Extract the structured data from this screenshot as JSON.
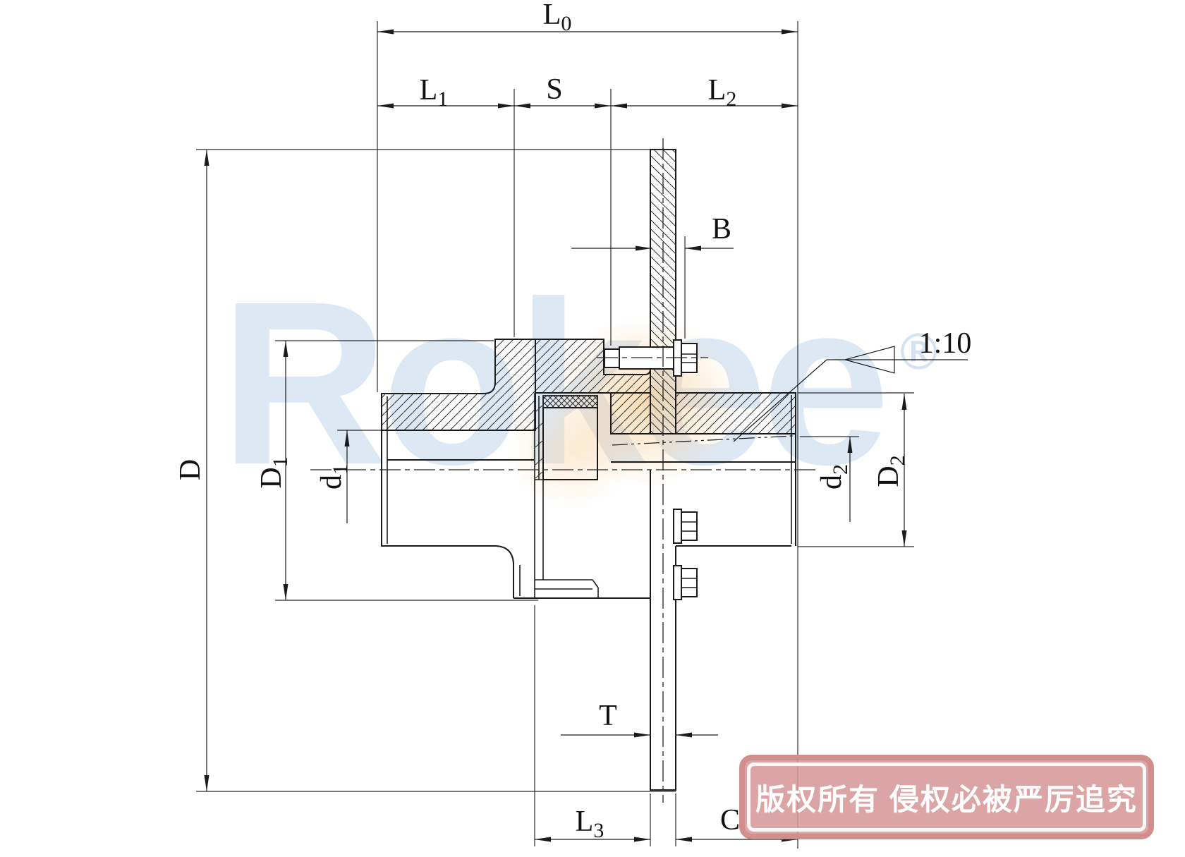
{
  "drawing": {
    "type": "engineering-section-drawing",
    "subject": "flexible plum coupling with brake disc, half-section view"
  },
  "dimensions": {
    "L0": {
      "base": "L",
      "sub": "0"
    },
    "L1": {
      "base": "L",
      "sub": "1"
    },
    "S": {
      "base": "S",
      "sub": ""
    },
    "L2": {
      "base": "L",
      "sub": "2"
    },
    "B": {
      "base": "B",
      "sub": ""
    },
    "D": {
      "base": "D",
      "sub": ""
    },
    "D1": {
      "base": "D",
      "sub": "1"
    },
    "d1": {
      "base": "d",
      "sub": "1"
    },
    "d2": {
      "base": "d",
      "sub": "2"
    },
    "D2": {
      "base": "D",
      "sub": "2"
    },
    "T": {
      "base": "T",
      "sub": ""
    },
    "L3": {
      "base": "L",
      "sub": "3"
    },
    "C": {
      "base": "C",
      "sub": ""
    },
    "taper": {
      "base": "1:10",
      "sub": ""
    }
  },
  "watermark": {
    "text": "Rokee",
    "registered": "®"
  },
  "stamp": {
    "text": "版权所有 侵权必被严厉追究"
  },
  "colors": {
    "line": "#1b1b1b",
    "dimension_line": "#2b2b2b",
    "watermark_blue": "#c7d8ee",
    "watermark_orange": "#f7cd94",
    "stamp_pink": "#d69999",
    "stamp_text": "#ffffff"
  }
}
